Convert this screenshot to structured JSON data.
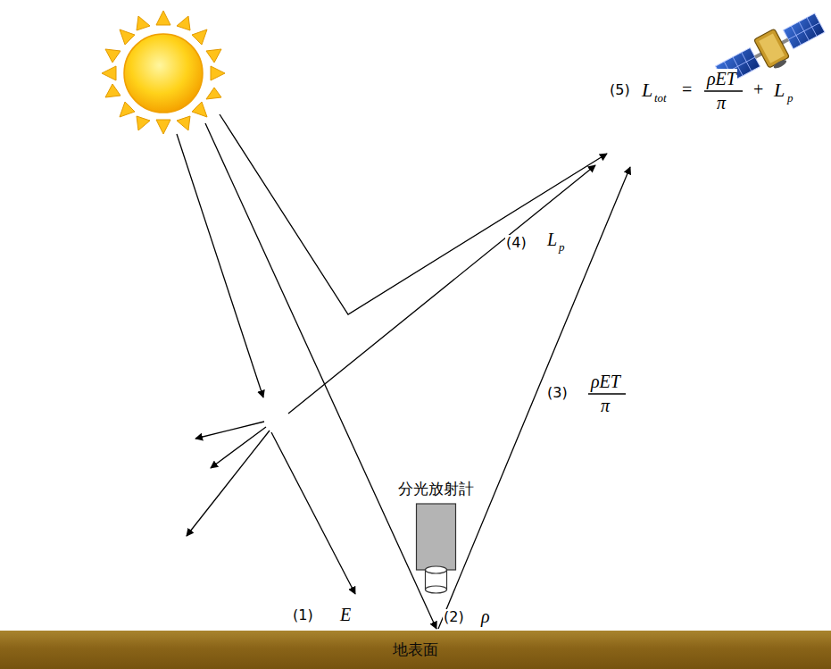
{
  "diagram": {
    "nodes": [
      {
        "text": [
          "分光放射計"
        ]
      },
      {
        "text": [
          "地表面"
        ]
      }
    ],
    "labels": [
      "(1)",
      "E",
      "(2)",
      "ρ",
      "(3)",
      "ρET",
      "π",
      "(4)",
      "L",
      "p",
      "(5)",
      "L",
      "tot",
      "=",
      "ρET",
      "π",
      "+",
      "L",
      "p"
    ]
  }
}
